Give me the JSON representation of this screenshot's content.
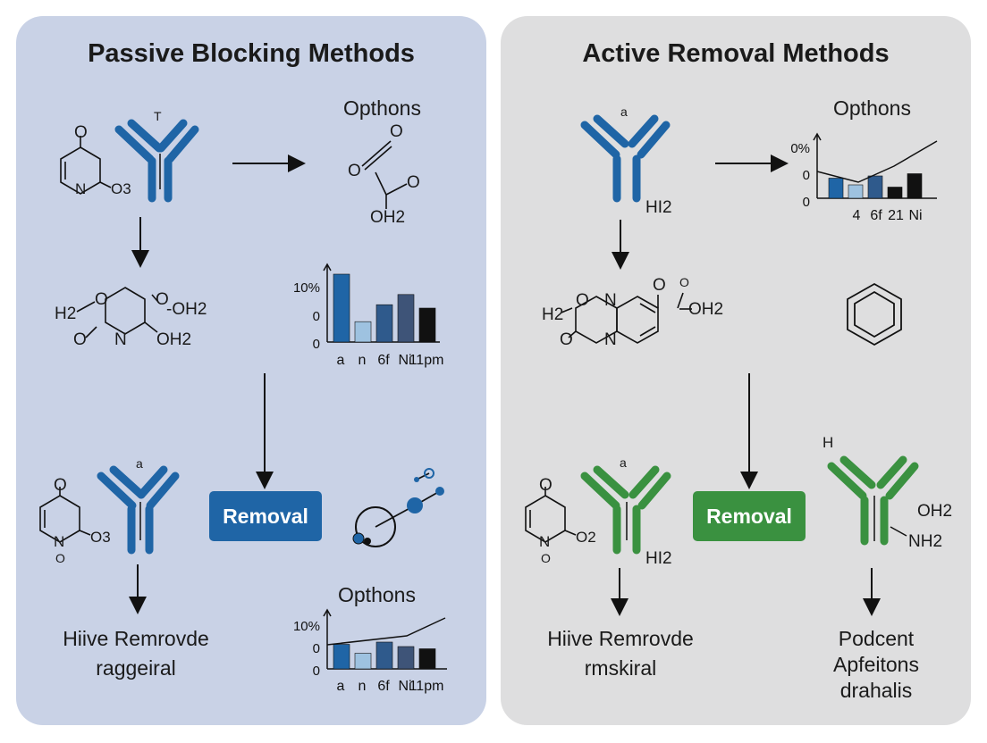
{
  "colors": {
    "left_panel_bg": "#c9d2e6",
    "right_panel_bg": "#dededf",
    "blue_accent": "#1f65a6",
    "green_accent": "#3a9140",
    "removal_blue": "#1f65a6",
    "removal_green": "#3a9140"
  },
  "left": {
    "title": "Passive Blocking Methods",
    "antibody_top_label": "T",
    "options_label": "Opthons",
    "mol1_o_top": "O",
    "mol1_n": "N",
    "mol1_sub": "O3",
    "mol2_o1": "O",
    "mol2_o2": "O",
    "mol2_o3": "O",
    "mol2_oh2": "OH2",
    "ring_h2": "H2",
    "ring_o1": "O",
    "ring_o2": "O",
    "ring_o3": "O",
    "ring_n": "N",
    "ring_oh2a": "-OH2",
    "ring_oh2b": "OH2",
    "chart1": {
      "type": "bar",
      "ytick_top": "10%",
      "ytick_mid": "0",
      "ytick_bottom": "0",
      "categories": [
        "a",
        "n",
        "6f",
        "Ni",
        "11pm"
      ],
      "values": [
        100,
        30,
        55,
        70,
        50
      ]
    },
    "antibody_bottom_label": "a",
    "mol3_o_top": "O",
    "mol3_n": "N",
    "mol3_o_bottom": "O",
    "mol3_sub": "O3",
    "removal_button": "Removal",
    "options_label2": "Opthons",
    "chart2": {
      "type": "bar",
      "ytick_top": "10%",
      "ytick_mid": "0",
      "ytick_bottom": "0",
      "categories": [
        "a",
        "n",
        "6f",
        "Ni",
        "11pm"
      ],
      "values": [
        55,
        35,
        60,
        50,
        45
      ]
    },
    "result_line1": "Hiive Remrovde",
    "result_line2": "raggeiral"
  },
  "right": {
    "title": "Active Removal Methods",
    "antibody_top_label": "a",
    "antibody_top_h": "HI2",
    "options_label": "Opthons",
    "chart1": {
      "type": "bar",
      "ytick_top": "0%",
      "ytick_mid": "0",
      "ytick_bottom": "0",
      "categories": [
        "4",
        "6f",
        "21",
        "Ni"
      ],
      "values": [
        45,
        30,
        50,
        25,
        55
      ]
    },
    "ring_h2": "H2",
    "ring_o1": "O",
    "ring_o2": "O",
    "ring_n1": "N",
    "ring_n2": "N",
    "ring_o_ketone": "O",
    "ring_o_side": "O",
    "ring_oh2": "OH2",
    "antibody_bottom_label": "a",
    "antibody_bottom_h": "HI2",
    "mol_o_top": "O",
    "mol_n": "N",
    "mol_o_bottom": "O",
    "mol_sub": "O2",
    "removal_button": "Removal",
    "h_label": "H",
    "oh2": "OH2",
    "nh2": "NH2",
    "result_left_line1": "Hiive Remrovde",
    "result_left_line2": "rmskiral",
    "result_right_line1": "Podcent",
    "result_right_line2": "Apfeitons",
    "result_right_line3": "drahalis"
  }
}
